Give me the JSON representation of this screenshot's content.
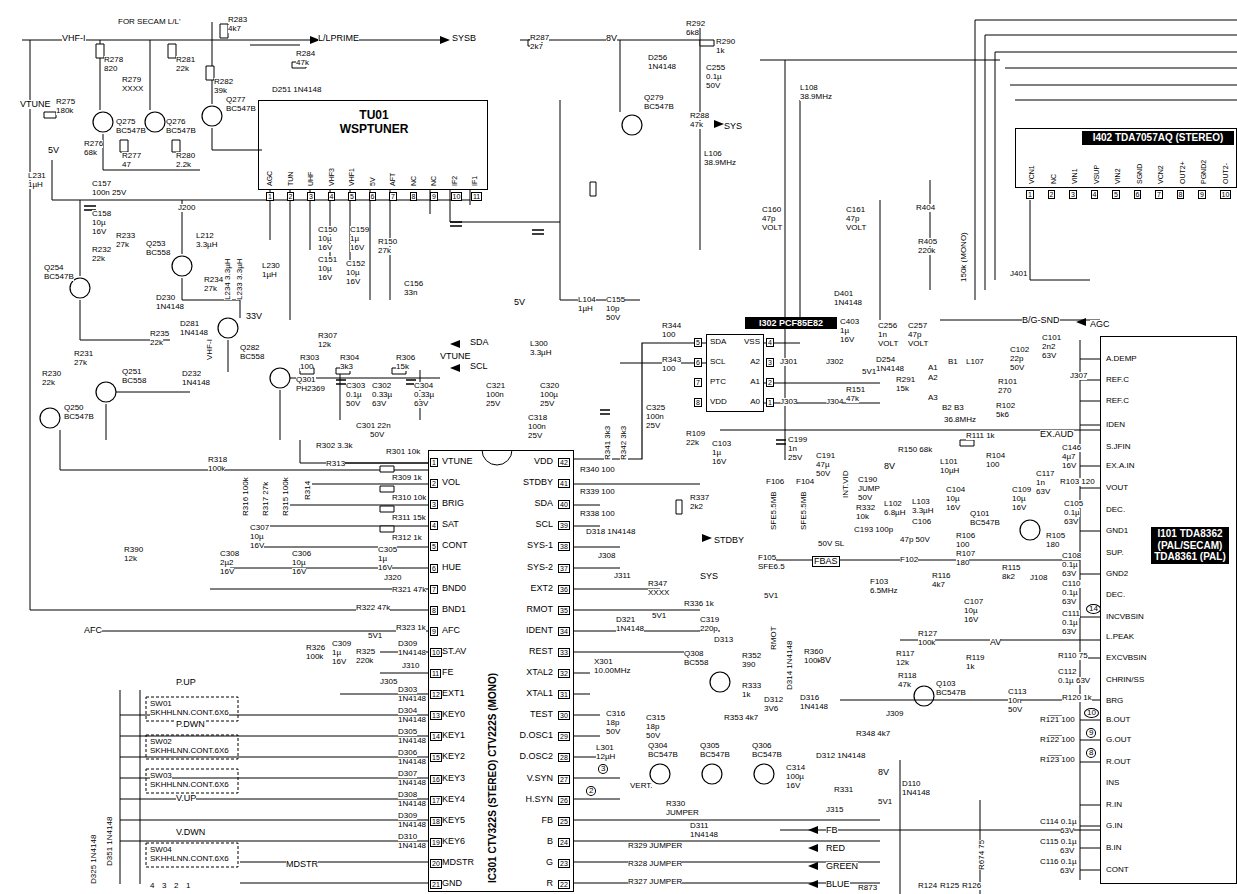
{
  "diagram": {
    "nodes": [
      {
        "text": [
          "TU01 WSPTUNER"
        ]
      },
      {
        "text": [
          "I302 PCF85E82"
        ]
      },
      {
        "text": [
          "IC301 CTV322S (STEREO) CTV222S (MONO)"
        ]
      },
      {
        "text": [
          "I101 TDA8362 (PAL/SECAM) TDA8361 (PAL)"
        ]
      },
      {
        "text": [
          "I402 TDA7057AQ (STEREO)"
        ]
      }
    ],
    "edges": [
      {
        "from": 2,
        "to": 1,
        "arrow": "none"
      }
    ],
    "labels": [
      "VHF-I",
      "FOR SECAM L/L'",
      "R278",
      "820",
      "R279",
      "XXXX",
      "R281",
      "22k",
      "R282",
      "39k",
      "R283",
      "4k7",
      "Q277",
      "BC547B",
      "L/LPRIME",
      "R284",
      "47k",
      "SYSB",
      "VTUNE",
      "R275",
      "180k",
      "Q275",
      "BC547B",
      "Q276",
      "BC547B",
      "R276",
      "68k",
      "R277",
      "47",
      "R280",
      "2.2k",
      "5V",
      "L231",
      "1µH",
      "C157",
      "100n 25V",
      "D251 1N4148",
      "C158",
      "10µ",
      "16V",
      "J200",
      "L212",
      "3.3µH",
      "R233",
      "27k",
      "R232",
      "22k",
      "Q253",
      "BC558",
      "Q254",
      "BC547B",
      "D230",
      "1N4148",
      "R234",
      "27k",
      "L233 3.3µH",
      "L234 3.3µH",
      "L230",
      "1µH",
      "C150",
      "10µ",
      "16V",
      "C151",
      "10µ",
      "16V",
      "R150",
      "27k",
      "C159",
      "1µ",
      "16V",
      "C152",
      "10µ",
      "16V",
      "C156",
      "33n",
      "33V",
      "R235",
      "22k",
      "D281",
      "1N4148",
      "Q282",
      "BC558",
      "D232",
      "1N4148",
      "R231",
      "27k",
      "R230",
      "22k",
      "Q251",
      "BC558",
      "Q250",
      "BC547B",
      "R307",
      "12k",
      "R303",
      "100",
      "R304",
      "3k3",
      "R306",
      "15k",
      "VTUNE",
      "Q301",
      "PH2369",
      "VHF-I",
      "C303",
      "0.1µ",
      "50V",
      "C302",
      "0.33µ",
      "63V",
      "C304",
      "0.33µ",
      "63V",
      "C301 22n",
      "50V",
      "R302 3.3k",
      "R313",
      "R301 10k",
      "R309 1k",
      "R310 10k",
      "R311 15k",
      "R312 1k",
      "R314",
      "R315 100k",
      "R317 27k",
      "R316 100k",
      "R318",
      "100k",
      "C307",
      "10µ",
      "16V",
      "C308",
      "2µ2",
      "16V",
      "C306",
      "10µ",
      "16V",
      "C305",
      "1µ",
      "16V",
      "R390",
      "12k",
      "J320",
      "R321 47k",
      "R322 47k",
      "R323 1k",
      "AFC",
      "R326",
      "100k",
      "C309",
      "1µ",
      "16V",
      "R325",
      "220k",
      "5V1",
      "D309",
      "1N4148",
      "J310",
      "J305",
      "P.UP",
      "SW01",
      "SKHHLNN.CONT.6X6",
      "P.DWN",
      "SW02",
      "SKHHLNN.CONT.6X6",
      "SW03",
      "SKHHLNN.CONT.6X6",
      "V.UP",
      "V.DWN",
      "SW04",
      "SKHHLNN.CONT.6X6",
      "D303",
      "1N4148",
      "D304",
      "1N4148",
      "D305",
      "1N4148",
      "D306",
      "1N4148",
      "D307",
      "1N4148",
      "D308",
      "1N4148",
      "D309",
      "1N4148",
      "D310",
      "1N4148",
      "D325 1N4148",
      "D351 1N4148",
      "MDSTR",
      "4",
      "3",
      "2",
      "1",
      "1",
      "VTUNE",
      "2",
      "VOL",
      "3",
      "BRIG",
      "4",
      "SAT",
      "5",
      "CONT",
      "6",
      "HUE",
      "7",
      "BND0",
      "8",
      "BND1",
      "9",
      "AFC",
      "10",
      "ST.AV",
      "11",
      "FE",
      "12",
      "EXT1",
      "13",
      "KEY0",
      "14",
      "KEY1",
      "15",
      "KEY2",
      "16",
      "KEY3",
      "17",
      "KEY4",
      "18",
      "KEY5",
      "19",
      "KEY6",
      "20",
      "MDSTR",
      "21",
      "GND",
      "42",
      "VDD",
      "41",
      "STDBY",
      "40",
      "SDA",
      "39",
      "SCL",
      "38",
      "SYS-1",
      "37",
      "SYS-2",
      "36",
      "EXT2",
      "35",
      "RMOT",
      "34",
      "IDENT",
      "33",
      "REST",
      "32",
      "XTAL2",
      "31",
      "XTAL1",
      "30",
      "TEST",
      "29",
      "D.OSC1",
      "28",
      "D.OSC2",
      "27",
      "V.SYN",
      "26",
      "H.SYN",
      "25",
      "FB",
      "24",
      "B",
      "23",
      "G",
      "22",
      "R",
      "AGC",
      "1",
      "TUN",
      "2",
      "UHF",
      "3",
      "VHF3",
      "4",
      "VHF1",
      "5",
      "5V",
      "6",
      "AFT",
      "7",
      "NC",
      "8",
      "NC",
      "9",
      "IF2",
      "10",
      "IF1",
      "11",
      "5",
      "SDA",
      "6",
      "SCL",
      "7",
      "PTC",
      "8",
      "VDD",
      "4",
      "VSS",
      "3",
      "A2",
      "2",
      "A1",
      "1",
      "A0",
      "R287",
      "2k7",
      "8V",
      "D256",
      "1N4148",
      "R292",
      "6k8",
      "R290",
      "1k",
      "C255",
      "0.1µ",
      "50V",
      "Q279",
      "BC547B",
      "R288",
      "47k",
      "SYS",
      "L108",
      "38.9MHz",
      "L106",
      "38.9MHz",
      "C160",
      "47p",
      "VOLT",
      "C161",
      "47p",
      "VOLT",
      "R404",
      "R405",
      "220k",
      "150k (MONO)",
      "J401",
      "L104",
      "1µH",
      "C155",
      "10p",
      "50V",
      "D401",
      "1N4148",
      "C403",
      "1µ",
      "16V",
      "R344",
      "100",
      "R343",
      "100",
      "5V",
      "L300",
      "3.3µH",
      "SDA",
      "SCL",
      "C321",
      "100n",
      "25V",
      "C320",
      "100µ",
      "25V",
      "C318",
      "100n",
      "25V",
      "C325",
      "100n",
      "25V",
      "R109",
      "22k",
      "C103",
      "1µ",
      "16V",
      "R341 3k3",
      "R342 3k3",
      "J301",
      "J302",
      "J303",
      "J304",
      "5V1",
      "R151",
      "47k",
      "R340 100",
      "R339 100",
      "R338 100",
      "D318 1N4148",
      "R337",
      "2k2",
      "STDBY",
      "J308",
      "J311",
      "SYS",
      "R347",
      "XXXX",
      "R336 1k",
      "D321",
      "1N4148",
      "5V1",
      "C319",
      "220p",
      "RMOT",
      "5V1",
      "D313",
      "Q308",
      "BC558",
      "R352",
      "390",
      "D314 1N4148",
      "R360",
      "100k",
      "R333",
      "1k",
      "D312",
      "3V6",
      "D316",
      "1N4148",
      "R353 4k7",
      "X301",
      "10.00MHz",
      "C316",
      "18p",
      "50V",
      "C315",
      "18p",
      "50V",
      "L301",
      "12µH",
      "Q304",
      "BC547B",
      "Q305",
      "BC547B",
      "Q306",
      "BC547B",
      "3",
      "2",
      "VERT.",
      "R330",
      "JUMPER",
      "D311",
      "1N4148",
      "R329 JUMPER",
      "R328 JUMPER",
      "R327 JUMPER",
      "C314",
      "100µ",
      "16V",
      "D312 1N4148",
      "R331",
      "J315",
      "8V",
      "5V1",
      "D110",
      "1N4148",
      "FB",
      "RED",
      "GREEN",
      "BLUE",
      "R674 75",
      "R124",
      "R125",
      "R126",
      "R873",
      "C256",
      "1n",
      "VOLT",
      "C257",
      "47p",
      "VOLT",
      "B/G-SND",
      "AGC",
      "C101",
      "2n2",
      "63V",
      "D254",
      "1N4148",
      "R291",
      "15k",
      "A1",
      "A2",
      "A3",
      "B1",
      "L107",
      "B2",
      "B3",
      "36.8MHz",
      "C102",
      "22p",
      "50V",
      "R101",
      "270",
      "R102",
      "5k6",
      "J307",
      "EX.AUD",
      "R111 1k",
      "C146",
      "4µ7",
      "16V",
      "C199",
      "1n",
      "25V",
      "C191",
      "47µ",
      "50V",
      "INT.VID",
      "R150 68k",
      "R104",
      "100",
      "L101",
      "10µH",
      "C190",
      "JUMP",
      "50V",
      "8V",
      "C117",
      "1n",
      "63V",
      "R103 120",
      "C109",
      "10µ",
      "16V",
      "C104",
      "10µ",
      "16V",
      "Q101",
      "BC547B",
      "C105",
      "0.1µ",
      "63V",
      "F106",
      "SFE5.5MB",
      "F104",
      "SFE5.5MB",
      "R332",
      "10k",
      "C193 100p",
      "50V SL",
      "L102",
      "6.8µH",
      "L103",
      "3.3µH",
      "C106",
      "47p 50V",
      "R106",
      "100",
      "R107",
      "180",
      "R105",
      "180",
      "F105",
      "SFE6.5",
      "FBAS",
      "F102",
      "F103",
      "6.5MHz",
      "R116",
      "4k7",
      "R115",
      "8k2",
      "J108",
      "C108",
      "0.1µ",
      "63V",
      "C110",
      "0.1µ",
      "63V",
      "C107",
      "10µ",
      "16V",
      "C111",
      "0.1µ",
      "63V",
      "14",
      "AV",
      "R127",
      "100k",
      "R117",
      "12k",
      "R110 75",
      "C112",
      "0.1µ 63V",
      "8V",
      "R119",
      "1k",
      "R118",
      "47k",
      "Q103",
      "BC547B",
      "C113",
      "10n",
      "50V",
      "J309",
      "R348 4k7",
      "R120 1k",
      "R121 100",
      "R122 100",
      "R123 100",
      "10",
      "9",
      "8",
      "C114 0.1µ",
      "63V",
      "C115 0.1µ",
      "63V",
      "C116 0.1µ",
      "63V",
      "A.DEMP",
      "REF.C",
      "REF.C",
      "IDEN",
      "S.JFIN",
      "EX.A.IN",
      "VOUT",
      "DEC.",
      "GND1",
      "SUP.",
      "GND2",
      "DEC.",
      "INCVBSIN",
      "L.PEAK",
      "EXCVBSIN",
      "CHRIN/SS",
      "BRG",
      "B.OUT",
      "G.OUT",
      "R.OUT",
      "INS",
      "R.IN",
      "G.IN",
      "B.IN",
      "CONT",
      "VCN1",
      "1",
      "NC",
      "2",
      "VIN1",
      "3",
      "VSUP",
      "4",
      "VIN2",
      "5",
      "SGND",
      "6",
      "VCN2",
      "7",
      "OUT2+",
      "8",
      "PGND2",
      "9",
      "OUT2-",
      "10"
    ]
  }
}
